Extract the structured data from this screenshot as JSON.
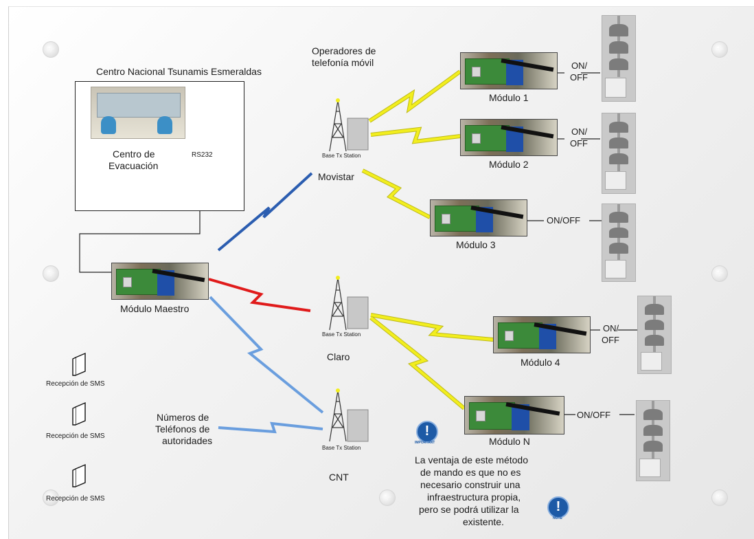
{
  "center": {
    "title": "Centro Nacional Tsunamis Esmeraldas",
    "room_label": [
      "Centro de",
      "Evacuación"
    ],
    "link_label": "RS232"
  },
  "operators": {
    "title": [
      "Operadores de",
      "telefonía móvil"
    ]
  },
  "stations": [
    {
      "caption": "Base Tx Station",
      "name": "Movistar"
    },
    {
      "caption": "Base Tx Station",
      "name": "Claro"
    },
    {
      "caption": "Base Tx Station",
      "name": "CNT"
    }
  ],
  "master": {
    "label": "Módulo Maestro"
  },
  "modules": [
    {
      "label": "Módulo 1",
      "switch": [
        "ON/",
        "OFF"
      ]
    },
    {
      "label": "Módulo 2",
      "switch": [
        "ON/",
        "OFF"
      ]
    },
    {
      "label": "Módulo 3",
      "switch": [
        "ON/OFF"
      ]
    },
    {
      "label": "Módulo 4",
      "switch": [
        "ON/",
        "OFF"
      ]
    },
    {
      "label": "Módulo N",
      "switch": [
        "ON/OFF"
      ]
    }
  ],
  "sms": [
    "Recepción de SMS",
    "Recepción de SMS",
    "Recepción de SMS"
  ],
  "authorities": {
    "label": [
      "Números de",
      "Teléfonos de",
      "autoridades"
    ]
  },
  "note": {
    "text": [
      "La ventaja de este método",
      "de mando es que no es",
      "necesario construir una",
      "infraestructura propia,",
      "pero se podrá utilizar la",
      "existente."
    ],
    "important_caption": "IMPORTANT",
    "note_caption": "NOTE"
  },
  "colors": {
    "yellow_link": "#f2ee1e",
    "red_link": "#e01b1b",
    "blue_link": "#2b5db0",
    "light_blue_link": "#6a9ede"
  }
}
